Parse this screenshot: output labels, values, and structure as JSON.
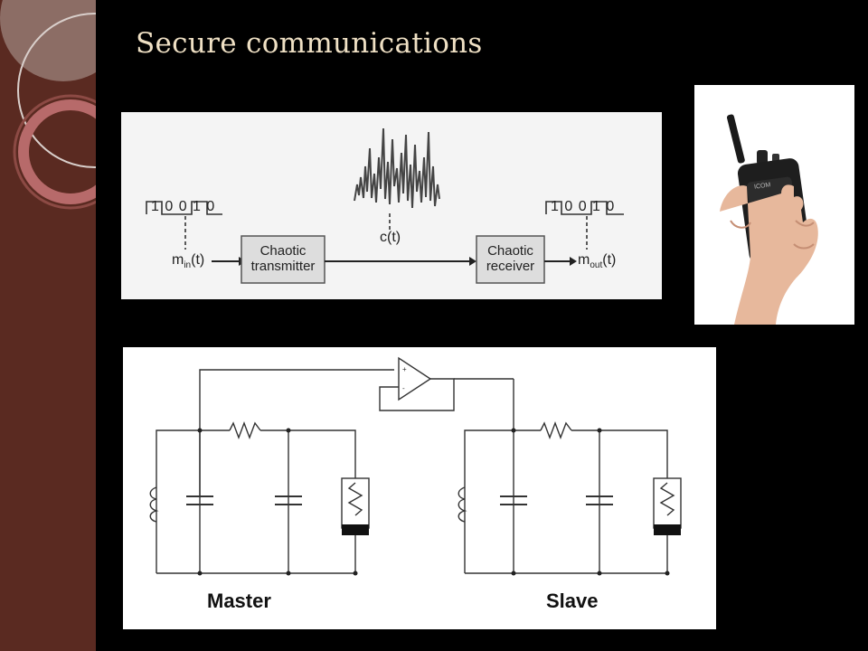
{
  "slide": {
    "title": "Secure communications"
  },
  "chaos_diagram": {
    "input_bits": "1 0 0 1 0",
    "output_bits": "1 0 0 1 0",
    "input_signal": {
      "base": "m",
      "sub": "in",
      "arg": "(t)"
    },
    "output_signal": {
      "base": "m",
      "sub": "out",
      "arg": "(t)"
    },
    "channel_signal": "c(t)",
    "transmitter": {
      "line1": "Chaotic",
      "line2": "transmitter"
    },
    "receiver": {
      "line1": "Chaotic",
      "line2": "receiver"
    }
  },
  "radio_photo": {
    "brand": "ICOM"
  },
  "circuit": {
    "master_label": "Master",
    "slave_label": "Slave"
  },
  "colors": {
    "sidebar": "#5a2a21",
    "title": "#efe0c4",
    "background": "#000000"
  }
}
